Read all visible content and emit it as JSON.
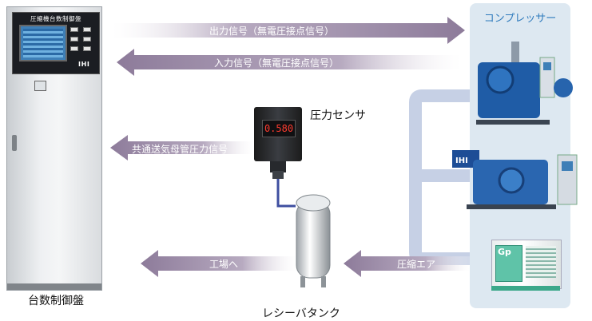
{
  "cabinet": {
    "panel_title": "圧縮機台数制御盤",
    "brand": "IHI",
    "caption": "台数制御盤"
  },
  "compressors": {
    "title": "コンプレッサー",
    "unit_brand_2": "IHI",
    "unit_logo_3": "Gp"
  },
  "signals": {
    "output": "出力信号（無電圧接点信号）",
    "input": "入力信号（無電圧接点信号）",
    "pressure": "共通送気母管圧力信号"
  },
  "sensor": {
    "caption": "圧力センサ",
    "reading": "0.580"
  },
  "flows": {
    "compressed_air": "圧縮エア",
    "to_factory": "工場へ"
  },
  "tank": {
    "caption": "レシーバタンク"
  },
  "colors": {
    "arrow": "#9a8aa5",
    "pipe": "#c6d0e5",
    "panel_bg": "#dde8f1",
    "title_blue": "#2f7bbd",
    "compressor_blue": "#1e5aa8",
    "package_green": "#5fc3a8"
  }
}
